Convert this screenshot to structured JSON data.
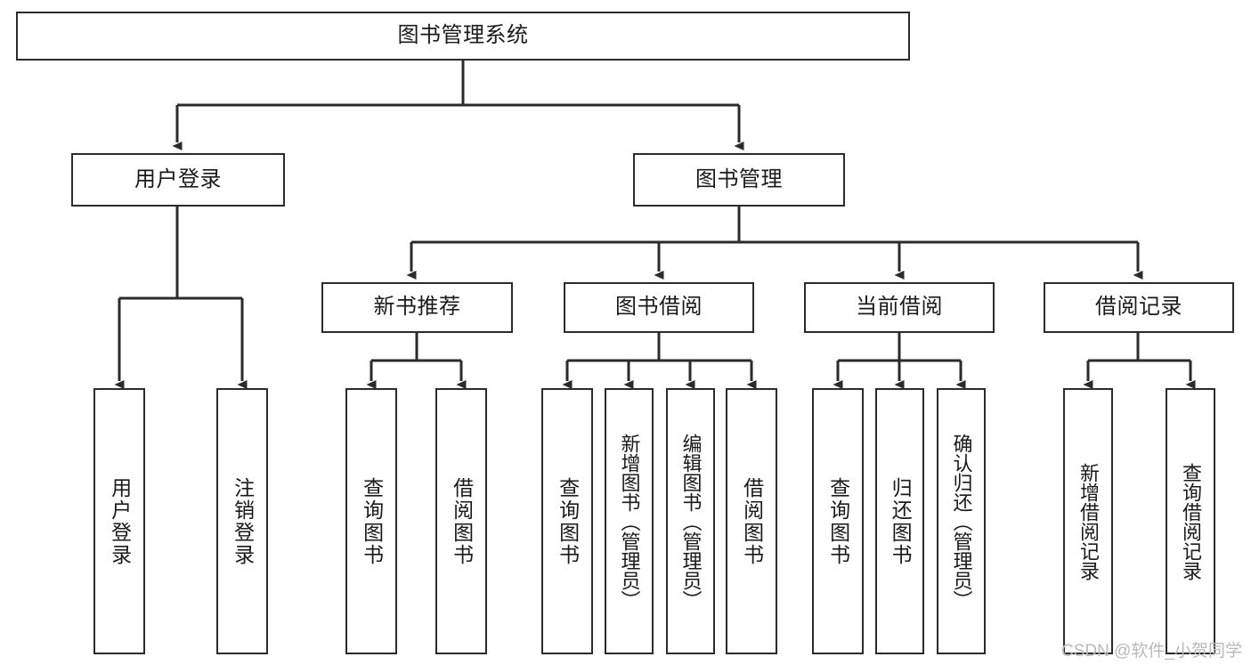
{
  "diagram": {
    "title": "图书管理系统",
    "type": "hierarchy-tree",
    "root": {
      "label": "图书管理系统"
    },
    "level1": [
      {
        "label": "用户登录"
      },
      {
        "label": "图书管理"
      }
    ],
    "level2": [
      {
        "label": "新书推荐"
      },
      {
        "label": "图书借阅"
      },
      {
        "label": "当前借阅"
      },
      {
        "label": "借阅记录"
      }
    ],
    "leaves": {
      "user_login": [
        {
          "label": "用户登录"
        },
        {
          "label": "注销登录"
        }
      ],
      "new_book_recommend": [
        {
          "label": "查询图书"
        },
        {
          "label": "借阅图书"
        }
      ],
      "book_borrow": [
        {
          "label": "查询图书"
        },
        {
          "label": "新增图书（管理员）"
        },
        {
          "label": "编辑图书（管理员）"
        },
        {
          "label": "借阅图书"
        }
      ],
      "current_borrow": [
        {
          "label": "查询图书"
        },
        {
          "label": "归还图书"
        },
        {
          "label": "确认归还（管理员）"
        }
      ],
      "borrow_record": [
        {
          "label": "新增借阅记录"
        },
        {
          "label": "查询借阅记录"
        }
      ]
    }
  },
  "watermark": {
    "text": "CSDN @软件_小贺同学"
  },
  "colors": {
    "stroke": "#2b2b2b",
    "box_fill": "#ffffff",
    "text": "#1a1a1a",
    "watermark": "#b9b9b9",
    "background": "#ffffff"
  }
}
